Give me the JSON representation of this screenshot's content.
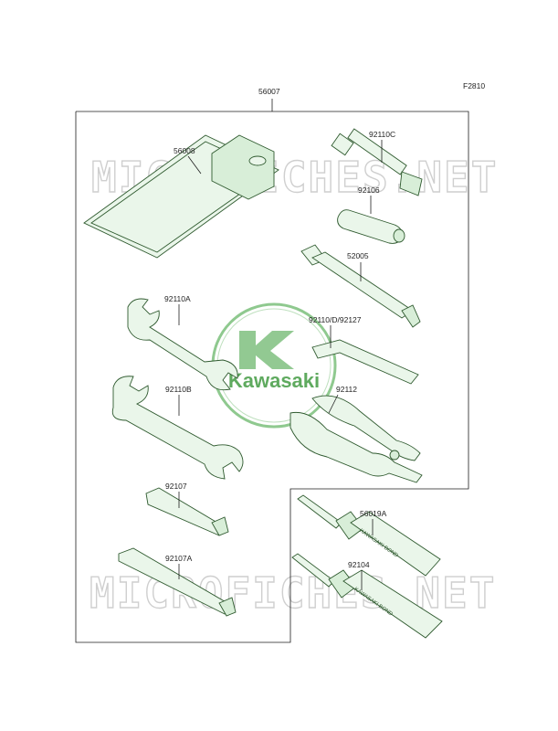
{
  "figure_code": "F2810",
  "watermark": "MICROFICHES.NET",
  "logo": "Kawasaki",
  "bond_text": "KAWASAKI BOND",
  "parts": {
    "kit": "56007",
    "bag": "56008",
    "wrench_a": "92110A",
    "wrench_b": "92110B",
    "socket_c": "92110C",
    "handle": "92106",
    "extension": "52005",
    "hex_key": "92110/D/92127",
    "pliers": "92112",
    "screwdriver": "92107",
    "screwdriver_a": "92107A",
    "bond_a": "56019A",
    "bond_b": "92104"
  },
  "colors": {
    "part_fill": "#eaf6ea",
    "part_stroke": "#2f5a2f",
    "logo": "#5faa5f",
    "watermark": "#cfcfcf"
  }
}
